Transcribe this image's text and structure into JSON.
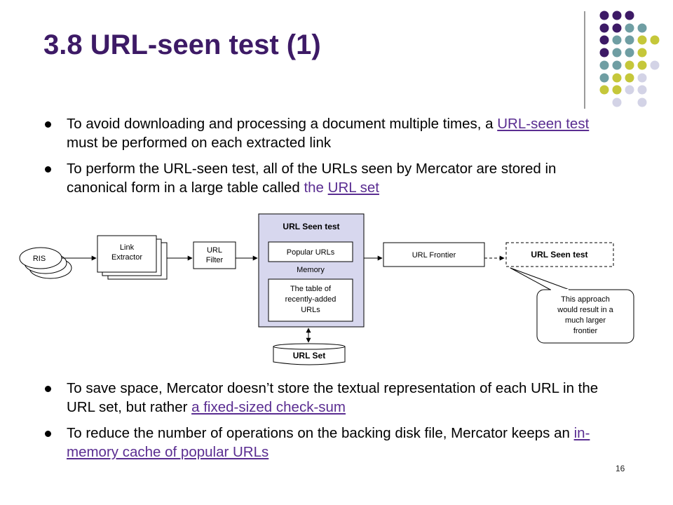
{
  "slide": {
    "title": "3.8 URL-seen test (1)",
    "page_number": "16"
  },
  "bullets_top": [
    {
      "before": "To avoid downloading and processing a document multiple times, a ",
      "link": "URL-seen test",
      "after": " must be performed on each extracted link"
    },
    {
      "before": "To perform the URL-seen test, all of the URLs seen by Mercator are stored in canonical form in a large table called ",
      "highlight": "the ",
      "link": "URL set",
      "after": ""
    }
  ],
  "bullets_bottom": [
    {
      "before": "To save space, Mercator doesn’t store the textual representation of each URL in the URL set, but rather ",
      "link": "a fixed-sized check-sum",
      "after": ""
    },
    {
      "before": "To reduce the number of operations on the backing disk file, Mercator keeps an ",
      "link": "in-memory cache of popular URLs",
      "after": ""
    }
  ],
  "diagram": {
    "ris": "RIS",
    "link_extractor_line1": "Link",
    "link_extractor_line2": "Extractor",
    "url_filter_line1": "URL",
    "url_filter_line2": "Filter",
    "url_seen_test_title": "URL Seen test",
    "popular_urls": "Popular URLs",
    "memory": "Memory",
    "table_line1": "The table of",
    "table_line2": "recently-added",
    "table_line3": "URLs",
    "url_set": "URL Set",
    "url_frontier": "URL Frontier",
    "url_seen_test_dashed": "URL Seen test",
    "callout_line1": "This approach",
    "callout_line2": "would result in a",
    "callout_line3": "much larger",
    "callout_line4": "frontier"
  },
  "colors": {
    "title": "#3d1a66",
    "link": "#5a2d91",
    "dot_purple": "#3d1a66",
    "dot_teal": "#6f9ea3",
    "dot_olive": "#c5c73a",
    "dot_lavender": "#d3d3e6",
    "memory_box": "#d7d7ee"
  }
}
